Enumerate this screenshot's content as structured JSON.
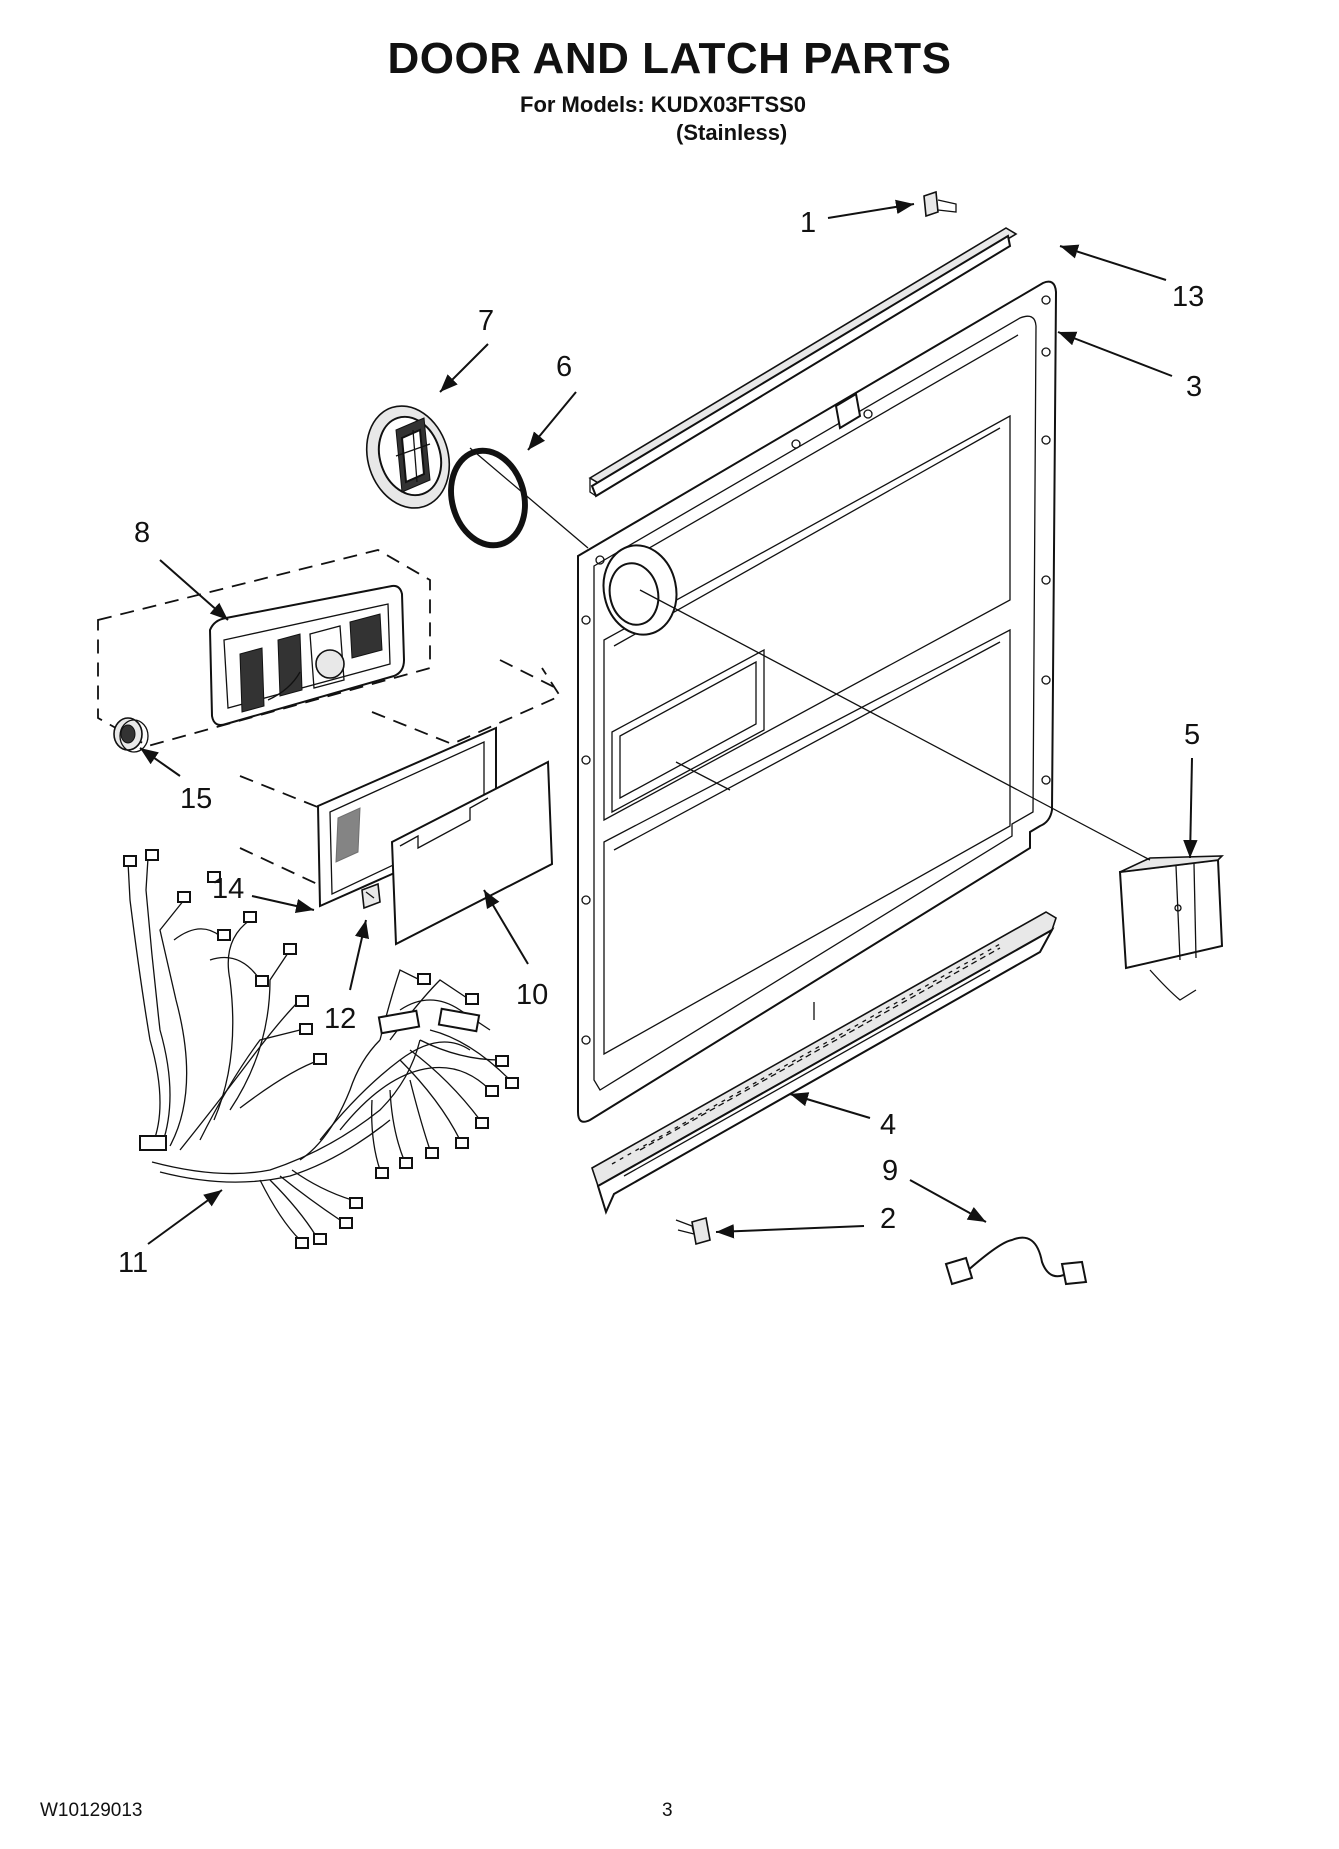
{
  "header": {
    "title": "DOOR AND LATCH PARTS",
    "models_line": "For Models: KUDX03FTSS0",
    "variant": "(Stainless)"
  },
  "callouts": {
    "c1": "1",
    "c2": "2",
    "c3": "3",
    "c4": "4",
    "c5": "5",
    "c6": "6",
    "c7": "7",
    "c8": "8",
    "c9": "9",
    "c10": "10",
    "c11": "11",
    "c12": "12",
    "c13": "13",
    "c14": "14",
    "c15": "15"
  },
  "footer": {
    "doc_code": "W10129013",
    "page_number": "3"
  }
}
